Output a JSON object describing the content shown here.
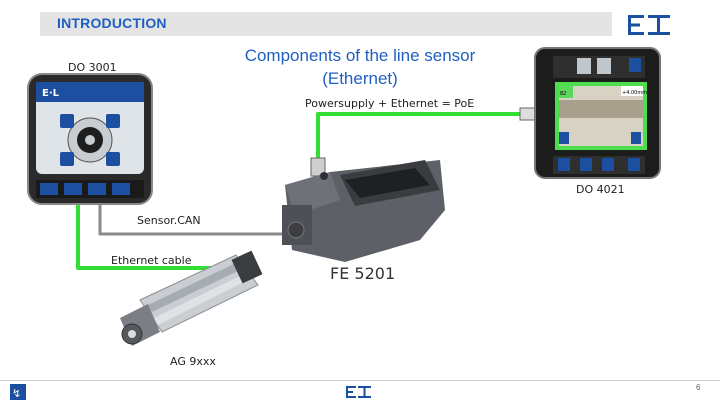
{
  "header": {
    "title": "INTRODUCTION"
  },
  "slide": {
    "title_line1": "Components of the line sensor",
    "title_line2": "(Ethernet)"
  },
  "labels": {
    "display_left": "DO 3001",
    "display_right": "DO 4021",
    "power": "Powersupply + Ethernet = PoE",
    "sensor_can": "Sensor.CAN",
    "ethernet_cable": "Ethernet cable",
    "sensor": "FE 5201",
    "actuator": "AG 9xxx"
  },
  "screen": {
    "value1": "82",
    "value2": "+4.00mm"
  },
  "footer": {
    "page": "6"
  },
  "colors": {
    "accent": "#1f5fbf",
    "cable_green": "#33dd33",
    "cable_gray": "#8a8a8a",
    "device_blue": "#1d4fa0"
  }
}
